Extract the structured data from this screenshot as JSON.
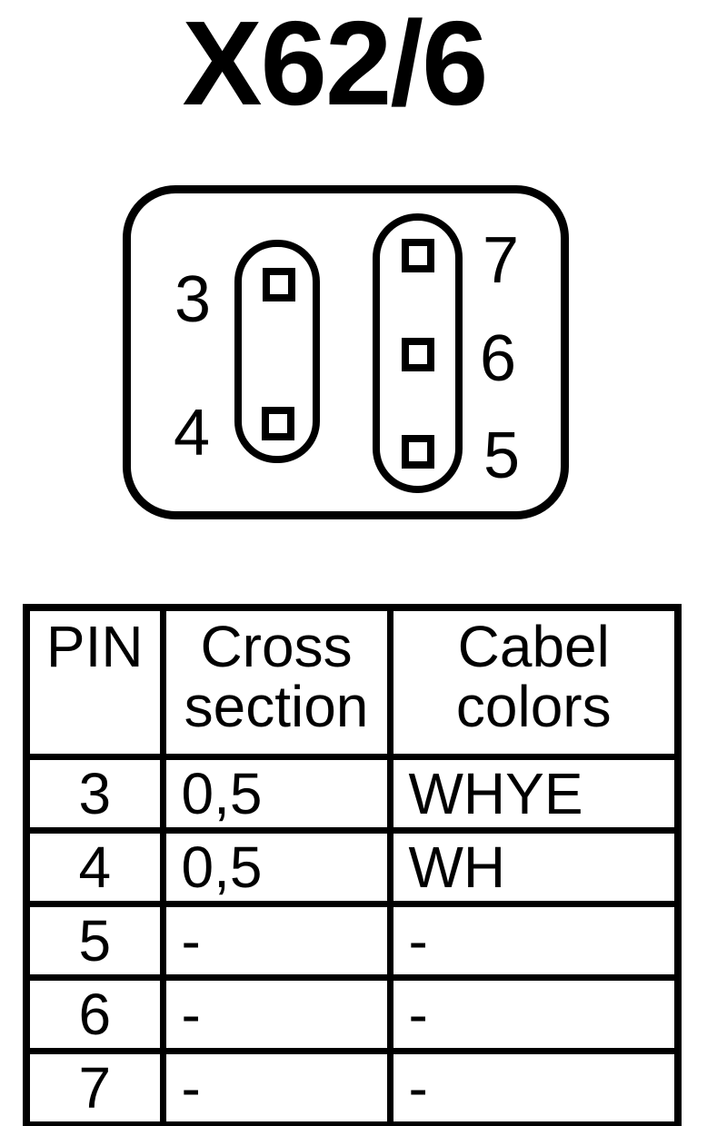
{
  "title": "X62/6",
  "colors": {
    "ink": "#000000",
    "background": "#ffffff"
  },
  "connector": {
    "groups": [
      {
        "side": "left",
        "pins": [
          {
            "number": "3"
          },
          {
            "number": "4"
          }
        ]
      },
      {
        "side": "right",
        "pins": [
          {
            "number": "7"
          },
          {
            "number": "6"
          },
          {
            "number": "5"
          }
        ]
      }
    ]
  },
  "table": {
    "headers": {
      "pin": "PIN",
      "cross_section": "Cross section",
      "cable_colors": "Cabel colors"
    },
    "rows": [
      {
        "pin": "3",
        "cross_section": "0,5",
        "cable_color": "WHYE"
      },
      {
        "pin": "4",
        "cross_section": "0,5",
        "cable_color": "WH"
      },
      {
        "pin": "5",
        "cross_section": "-",
        "cable_color": "-"
      },
      {
        "pin": "6",
        "cross_section": "-",
        "cable_color": "-"
      },
      {
        "pin": "7",
        "cross_section": "-",
        "cable_color": "-"
      }
    ]
  }
}
